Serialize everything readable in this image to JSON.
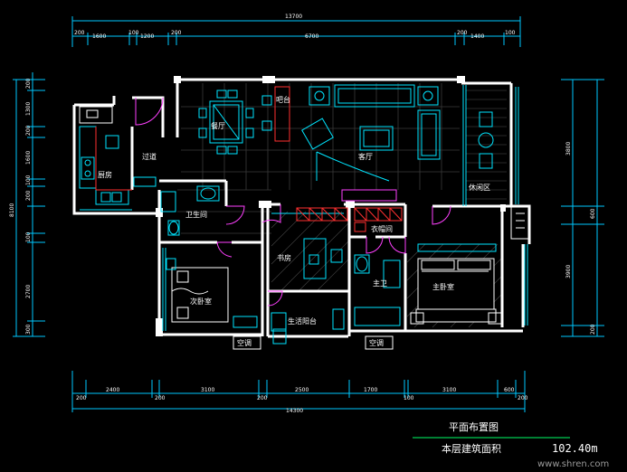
{
  "drawing": {
    "title": "平面布置图",
    "area_label": "本层建筑面积",
    "area_value": "102.40m",
    "watermark": "www.shren.com"
  },
  "colors": {
    "background": "#000000",
    "wall": "#ffffff",
    "furniture": "#00e5ff",
    "dimension": "#00c8ff",
    "door": "#ff40ff",
    "accent": "#ff3030",
    "title_line": "#00ff66"
  },
  "dimensions": {
    "top_total": "13700",
    "top_segments": [
      "200",
      "1600",
      "100",
      "1200",
      "200",
      "6700",
      "200",
      "1400",
      "100"
    ],
    "bottom_total": "14300",
    "bottom_segments": [
      "200",
      "2400",
      "200",
      "3100",
      "200",
      "2500",
      "1700",
      "100",
      "3100",
      "600",
      "200"
    ],
    "left_total": "8100",
    "left_segments": [
      "200",
      "1300",
      "200",
      "1600",
      "100",
      "200",
      "100",
      "2700",
      "300"
    ],
    "right_segments": [
      "3800",
      "600",
      "3900",
      "200"
    ]
  },
  "rooms": {
    "kitchen": "厨房",
    "corridor": "过道",
    "dining": "餐厅",
    "bar": "吧台",
    "living": "客厅",
    "leisure": "休闲区",
    "bath": "卫生间",
    "study": "书房",
    "second_bedroom": "次卧室",
    "service_balcony": "生活阳台",
    "cloakroom": "衣帽间",
    "master_bath": "主卫",
    "master_bedroom": "主卧室",
    "ac_left": "空调",
    "ac_right": "空调"
  }
}
